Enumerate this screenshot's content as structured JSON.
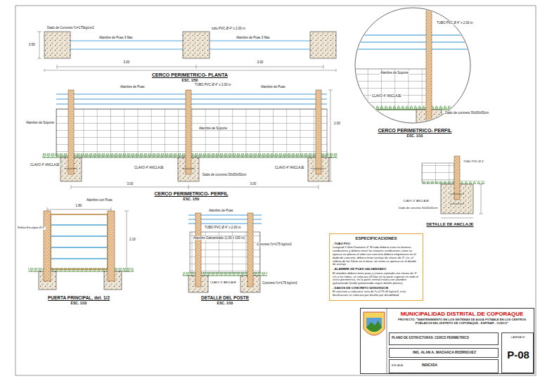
{
  "diagram": {
    "nodes": [
      {
        "text": [
          "ESPECIFICACIONES",
          "- TUBO PVC:",
          "Longitud 2.00m Diametro 4\" El tubo debera estar en buenas condiciones y debera tener las mejores condiciones como se aprecia en planos el tubo con concreto debera empotrarse en el dado de concreto, debera tener anclaje de clavos de 4\" c/u, el relleno de los 50cm en la base, tal como se aprecia en el detalle de anclaje.",
          "- ALAMBRE DE PUAS GALVANIZADO",
          "El alambre debera tener puas y estara sujetado con clavos de 3\" c/u a los tubos, se colocara 03 filas en la parte superior en todo el cerco perimetrico, en la parte central estara con alambre galvanizado (malla galvanizada segun detalle planos).",
          "- DADOS DE CONCRETO 50X50X50CM",
          "El concreto a colocarse sera de f'c=175.00 kg/cm2, esta dosificacion se colocara por diseño por durabilidad."
        ]
      },
      {
        "text": [
          "MUNICIPALIDAD DISTRITAL DE COPORAQUE",
          "PROYECTO: \"MANTENIMIENTO EN LOS SISTEMAS DE AGUA POTABLE EN LOS CENTROS POBLADOS DEL DISTRITO DE COPORAQUE - ESPINAR - CUSCO\""
        ]
      },
      {
        "text": [
          "PLANO DE ESTRUCTURAS: CERCO PERIMETRICO"
        ],
        "in": 1
      },
      {
        "text": [
          "LAMINA N°",
          "P-08"
        ],
        "in": 1
      },
      {
        "text": [
          "ING. ALAN A. MACHACA RODRIGUEZ"
        ],
        "in": 1
      },
      {
        "text": [
          "ESCALA:",
          "INDICADA"
        ],
        "in": 1
      }
    ],
    "labels": [
      "Dado de Concreto f'c=175kg/cm2",
      "Alambre de Puas 3 filas",
      "tubo PVC Ø 4\" x 2.00 m",
      "Alambre de Puas 3 filas",
      "3.00",
      "3.00",
      "0.50",
      "CERCO PERIMETRICO- PLANTA",
      "ESC. 1/50",
      "Alambre de Puas",
      "TUBO PVC Ø 4\" x 2.00 m",
      "Alambre de Puas",
      "Alambre de Soporte",
      "Alambre de Soporte",
      "CLAVO 4\" ANCLAJE",
      "CLAVO 4\" ANCLAJE",
      "Dado de concreto 50x50x50cm",
      "CLAVO 4\" ANCLAJE",
      "2.00",
      "3.00",
      "3.00",
      "CERCO PERIMETRICO- PERFIL",
      "ESC. 1/50",
      "TUBO PVC Ø 4\" x 2.00 m",
      "Alambre de Soporte",
      "CLAVO 4\" ANCLAJE",
      "Dado de concreto 50x50x50cm",
      "CERCO PERIMETRICO- PERFIL",
      "ESC. 1/10",
      "TUBO PVC Ø 4\"",
      "CLAVO 4\" ANCLAJE",
      "Dado de concreto 50x50x50cm",
      "DETALLE DE ANCLAJE",
      "Alambre con Puas",
      "1.80",
      "Rollizo Eucalipto Ø 4\"",
      "2.10",
      "PUERTA PRINCIPAL, del. 1/2",
      "ESC. 1/10",
      "Alambre de Puas",
      "TUBO PVC Ø 4\" x 2.00 m",
      "Alambre Galvanizado (1.00 x 100 m)",
      "Concreto f'c=175 kg/cm2",
      "Concreto f'c=175 kg/cm2",
      "CLAVO 4\" ANCLAJE",
      "DETALLE DEL POSTE",
      "ESC. 1/10"
    ]
  }
}
